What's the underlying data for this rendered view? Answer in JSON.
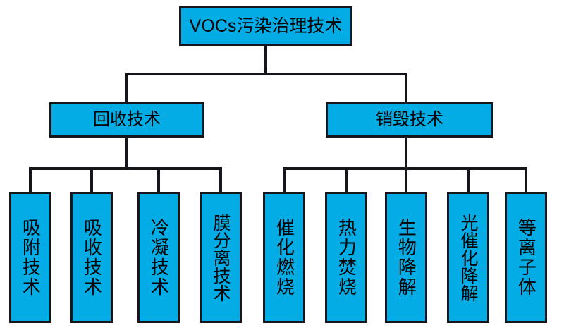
{
  "diagram": {
    "type": "tree",
    "title_node": "VOCs污染治理技术",
    "colors": {
      "node_fill": "#03ace5",
      "node_border": "#15161c",
      "connector": "#15161c",
      "background": "#ffffff",
      "text": "#000000"
    },
    "root": {
      "id": "root",
      "label": "VOCs污染治理技术"
    },
    "branches": [
      {
        "id": "recovery",
        "label": "回收技术",
        "children": [
          {
            "id": "adsorption",
            "label": "吸附技术"
          },
          {
            "id": "absorption",
            "label": "吸收技术"
          },
          {
            "id": "condensation",
            "label": "冷凝技术"
          },
          {
            "id": "membrane",
            "label": "膜分离技术"
          }
        ]
      },
      {
        "id": "destruction",
        "label": "销毁技术",
        "children": [
          {
            "id": "catalytic-combustion",
            "label": "催化燃烧"
          },
          {
            "id": "thermal-incineration",
            "label": "热力焚烧"
          },
          {
            "id": "biodegradation",
            "label": "生物降解"
          },
          {
            "id": "photocatalytic",
            "label": "光催化降解"
          },
          {
            "id": "plasma",
            "label": "等离子体"
          }
        ]
      }
    ]
  }
}
